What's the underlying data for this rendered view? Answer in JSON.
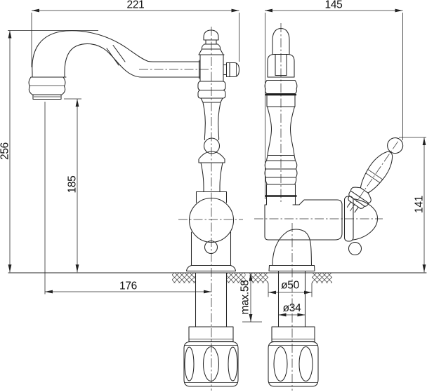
{
  "drawing": {
    "kind": "technical dimension drawing",
    "subject": "classic single-lever sink faucet, front view and side view",
    "line_color": "#262626",
    "background": "#ffffff"
  },
  "dims": {
    "spout_reach": "221",
    "body_depth": "145",
    "total_height": "256",
    "spout_outlet_height": "185",
    "spout_offset": "176",
    "handle_height": "141",
    "max_deck_thickness": "max.58",
    "hole_diameter": "ø50",
    "shank_diameter": "ø34"
  }
}
